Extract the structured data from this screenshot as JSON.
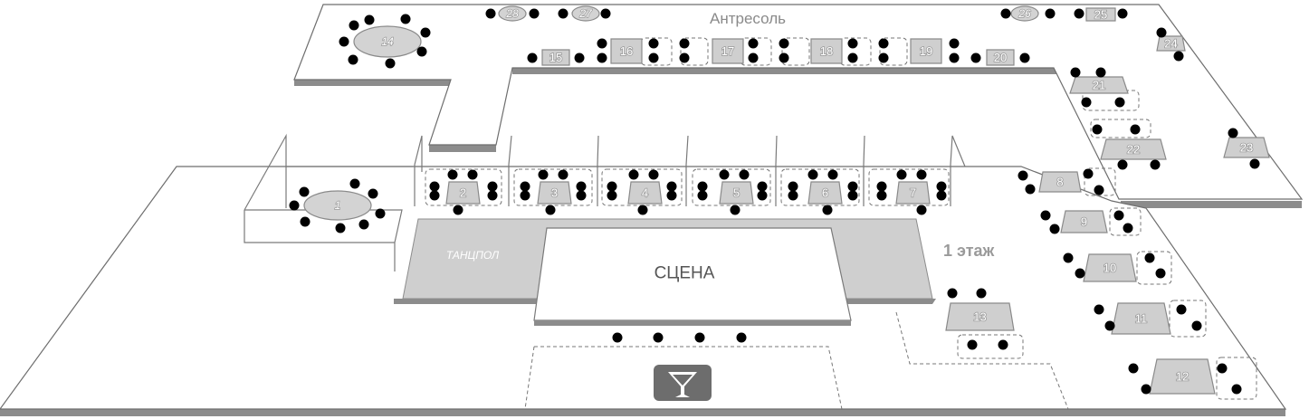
{
  "labels": {
    "mezzanine": "Антресоль",
    "floor1": "1 этаж",
    "stage": "СЦЕНА",
    "dancefloor": "ТАНЦПОЛ"
  },
  "icons": {
    "bar": "cocktail-glass-icon"
  },
  "colors": {
    "table_fill": "#cfcfcf",
    "seat": "#000000",
    "label_gray": "#9a9a9a",
    "bar_badge": "#6d6d6d"
  },
  "tables": {
    "t1": "1",
    "t2": "2",
    "t3": "3",
    "t4": "4",
    "t5": "5",
    "t6": "6",
    "t7": "7",
    "t8": "8",
    "t9": "9",
    "t10": "10",
    "t11": "11",
    "t12": "12",
    "t13": "13",
    "t14": "14",
    "t15": "15",
    "t16": "16",
    "t17": "17",
    "t18": "18",
    "t19": "19",
    "t20": "20",
    "t21": "21",
    "t22": "22",
    "t23": "23",
    "t24": "24",
    "t25": "25",
    "t26": "26",
    "t27": "27",
    "t28": "28"
  }
}
